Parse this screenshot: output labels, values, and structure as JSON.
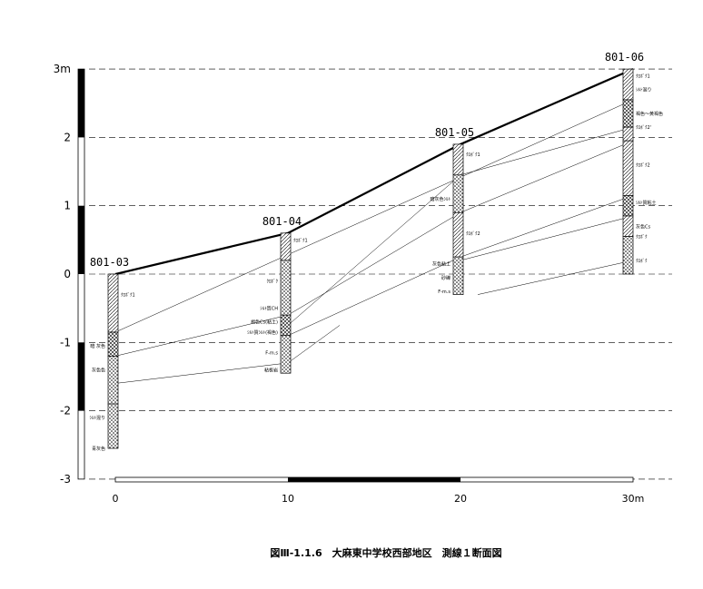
{
  "caption": "図Ⅲ-1.1.6　大麻東中学校西部地区　測線１断面図",
  "y_axis": {
    "ticks": [
      {
        "value": 3,
        "label": "3m"
      },
      {
        "value": 2,
        "label": "2"
      },
      {
        "value": 1,
        "label": "1"
      },
      {
        "value": 0,
        "label": "0"
      },
      {
        "value": -1,
        "label": "-1"
      },
      {
        "value": -2,
        "label": "-2"
      },
      {
        "value": -3,
        "label": "-3"
      }
    ]
  },
  "x_axis": {
    "ticks": [
      {
        "value": 0,
        "label": "0"
      },
      {
        "value": 10,
        "label": "10"
      },
      {
        "value": 20,
        "label": "20"
      },
      {
        "value": 30,
        "label": "30m"
      }
    ]
  },
  "boreholes": [
    {
      "name": "801-03",
      "x": 0,
      "top": 0.0,
      "layers": [
        {
          "from": 0.0,
          "to": -0.85,
          "pattern": "hatch"
        },
        {
          "from": -0.85,
          "to": -1.2,
          "pattern": "cross"
        },
        {
          "from": -1.2,
          "to": -1.9,
          "pattern": "dots"
        },
        {
          "from": -1.9,
          "to": -2.55,
          "pattern": "dots"
        }
      ],
      "labels": [
        {
          "depth": -0.3,
          "side": "right",
          "text": "ｸﾛﾎﾞｸ1"
        },
        {
          "depth": -1.05,
          "side": "left",
          "text": "暗 灰色"
        },
        {
          "depth": -1.4,
          "side": "left",
          "text": "灰色色"
        },
        {
          "depth": -2.1,
          "side": "left",
          "text": "ｼﾙﾄ混り"
        },
        {
          "depth": -2.55,
          "side": "left",
          "text": "青灰色"
        }
      ]
    },
    {
      "name": "801-04",
      "x": 10,
      "top": 0.6,
      "layers": [
        {
          "from": 0.6,
          "to": 0.2,
          "pattern": "hatch"
        },
        {
          "from": 0.2,
          "to": -0.6,
          "pattern": "dots"
        },
        {
          "from": -0.6,
          "to": -0.9,
          "pattern": "cross"
        },
        {
          "from": -0.9,
          "to": -1.45,
          "pattern": "dots"
        }
      ],
      "labels": [
        {
          "depth": 0.5,
          "side": "right",
          "text": "ｸﾛﾎﾞｸ1"
        },
        {
          "depth": -0.1,
          "side": "left",
          "text": "ｸﾛﾎﾞｸ"
        },
        {
          "depth": -0.5,
          "side": "left",
          "text": "ｼﾙﾄ質CH"
        },
        {
          "depth": -0.7,
          "side": "left",
          "text": "褐色Cs(粘土)"
        },
        {
          "depth": -0.85,
          "side": "left",
          "text": "ｼﾙﾄ質ｼﾙﾄ(褐色)"
        },
        {
          "depth": -1.15,
          "side": "left",
          "text": "F-m.s"
        },
        {
          "depth": -1.4,
          "side": "left",
          "text": "粘板岩"
        }
      ]
    },
    {
      "name": "801-05",
      "x": 20,
      "top": 1.9,
      "layers": [
        {
          "from": 1.9,
          "to": 1.45,
          "pattern": "hatch"
        },
        {
          "from": 1.45,
          "to": 0.9,
          "pattern": "dots"
        },
        {
          "from": 0.9,
          "to": 0.25,
          "pattern": "hatch"
        },
        {
          "from": 0.25,
          "to": -0.3,
          "pattern": "dots"
        }
      ],
      "labels": [
        {
          "depth": 1.75,
          "side": "right",
          "text": "ｸﾛﾎﾞｸ1"
        },
        {
          "depth": 1.1,
          "side": "left",
          "text": "暗灰色ｼﾙﾄ"
        },
        {
          "depth": 0.6,
          "side": "right",
          "text": "ｸﾛﾎﾞｸ2"
        },
        {
          "depth": 0.15,
          "side": "left",
          "text": "灰色粘土"
        },
        {
          "depth": -0.05,
          "side": "left",
          "text": "砂礫"
        },
        {
          "depth": -0.25,
          "side": "left",
          "text": "F-m.s"
        }
      ]
    },
    {
      "name": "801-06",
      "x": 30,
      "top": 3.0,
      "layers": [
        {
          "from": 3.0,
          "to": 2.55,
          "pattern": "hatch"
        },
        {
          "from": 2.55,
          "to": 2.15,
          "pattern": "cross"
        },
        {
          "from": 2.15,
          "to": 1.95,
          "pattern": "hatch"
        },
        {
          "from": 1.95,
          "to": 1.15,
          "pattern": "hatch"
        },
        {
          "from": 1.15,
          "to": 0.85,
          "pattern": "cross"
        },
        {
          "from": 0.85,
          "to": 0.55,
          "pattern": "hatch"
        },
        {
          "from": 0.55,
          "to": 0.0,
          "pattern": "dots"
        }
      ],
      "labels": [
        {
          "depth": 2.9,
          "side": "right",
          "text": "ｸﾛﾎﾞｸ1"
        },
        {
          "depth": 2.7,
          "side": "right",
          "text": "ｼﾙﾄ混り"
        },
        {
          "depth": 2.35,
          "side": "right",
          "text": "褐色～黄褐色"
        },
        {
          "depth": 2.15,
          "side": "right",
          "text": "ｸﾛﾎﾞｸ2'"
        },
        {
          "depth": 1.6,
          "side": "right",
          "text": "ｸﾛﾎﾞｸ2"
        },
        {
          "depth": 1.05,
          "side": "right",
          "text": "ｼﾙﾄ質粘土"
        },
        {
          "depth": 0.7,
          "side": "right",
          "text": "灰色Cs"
        },
        {
          "depth": 0.55,
          "side": "right",
          "text": "ｸﾛﾎﾞｸ"
        },
        {
          "depth": 0.2,
          "side": "right",
          "text": "ｸﾛﾎﾞｸ"
        }
      ]
    }
  ],
  "correlation_lines": [
    [
      [
        0.0,
        -0.85
      ],
      [
        30.0,
        2.55
      ]
    ],
    [
      [
        0.0,
        -1.2
      ],
      [
        10.0,
        -0.6
      ],
      [
        20.0,
        0.9
      ],
      [
        30.0,
        1.95
      ]
    ],
    [
      [
        0.0,
        -1.6
      ],
      [
        10.0,
        -1.3
      ],
      [
        13.0,
        -0.75
      ]
    ],
    [
      [
        10.0,
        -0.9
      ],
      [
        20.0,
        0.25
      ],
      [
        30.0,
        1.15
      ]
    ],
    [
      [
        10.0,
        -0.75
      ],
      [
        20.0,
        1.45
      ],
      [
        30.0,
        2.15
      ]
    ],
    [
      [
        20.0,
        0.2
      ],
      [
        30.0,
        0.85
      ]
    ],
    [
      [
        21.0,
        -0.3
      ],
      [
        30.0,
        0.2
      ]
    ]
  ]
}
